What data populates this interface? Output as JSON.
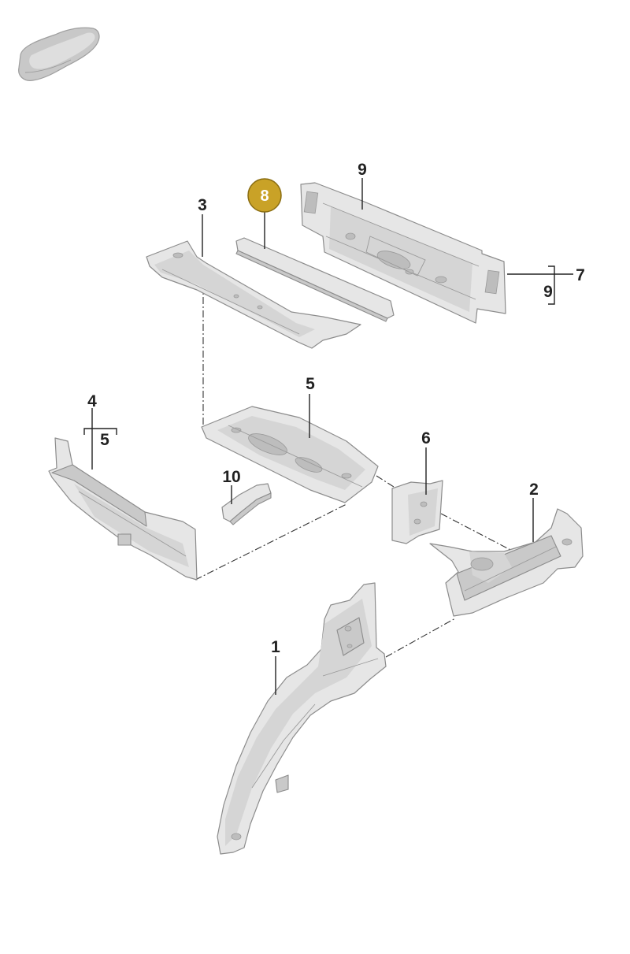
{
  "diagram": {
    "type": "exploded-parts-view",
    "thumbnail": {
      "icon": "car-silhouette-icon"
    },
    "highlight_color": "#C9A227",
    "callouts": {
      "c1": "1",
      "c2": "2",
      "c3": "3",
      "c4": "4",
      "c4_sub": "5",
      "c5": "5",
      "c6": "6",
      "c7": "7",
      "c7_sub": "9",
      "c8": "8",
      "c9": "9",
      "c10": "10"
    },
    "highlighted_part": "8"
  }
}
